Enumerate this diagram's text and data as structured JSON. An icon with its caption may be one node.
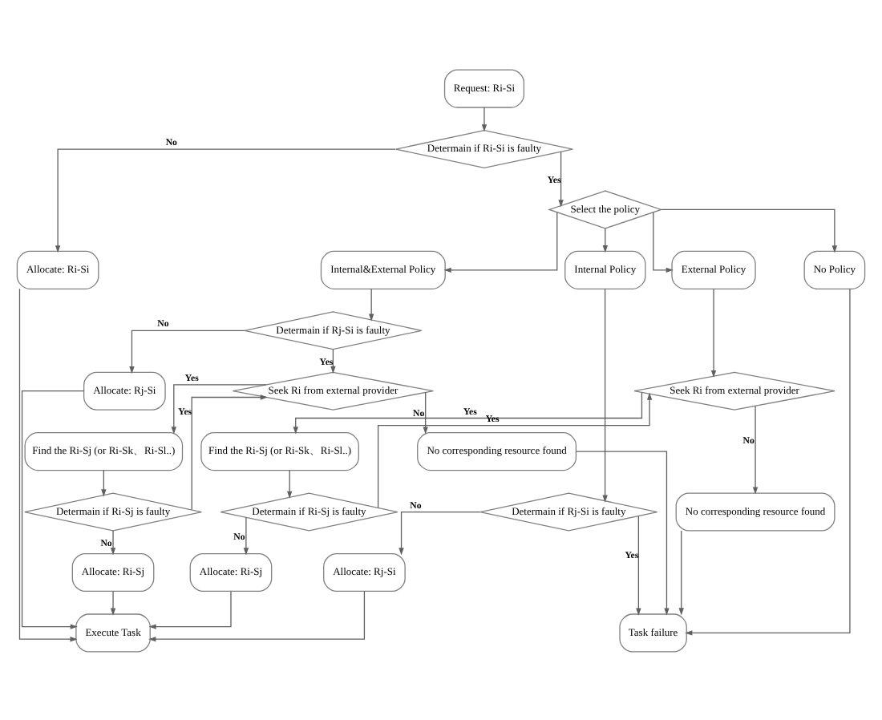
{
  "diagram": {
    "nodes": [
      {
        "text": [
          "Request: Ri-Si"
        ]
      },
      {
        "text": [
          "Determain if Ri-Si is faulty"
        ]
      },
      {
        "text": [
          "Select the policy"
        ]
      },
      {
        "text": [
          "No Policy"
        ]
      },
      {
        "text": [
          "Internal Policy"
        ]
      },
      {
        "text": [
          "External Policy"
        ]
      },
      {
        "text": [
          "Internal&External Policy"
        ]
      },
      {
        "text": [
          "Allocate: Ri-Si"
        ]
      },
      {
        "text": [
          "Determain if Rj-Si is faulty"
        ]
      },
      {
        "text": [
          "Seek Ri from external provider"
        ]
      },
      {
        "text": [
          "Allocate: Rj-Si"
        ]
      },
      {
        "text": [
          "No corresponding resource found"
        ]
      },
      {
        "text": [
          "Find the Ri-Sj (or Ri-Sk、Ri-Sl..)"
        ]
      },
      {
        "text": [
          "Determain if Ri-Sj is faulty"
        ]
      },
      {
        "text": [
          "Allocate: Ri-Sj"
        ]
      },
      {
        "text": [
          "Determain if Rj-Si is faulty"
        ]
      },
      {
        "text": [
          "Allocate: Rj-Si"
        ]
      },
      {
        "text": [
          "Seek Ri from external provider"
        ]
      },
      {
        "text": [
          "No corresponding resource found"
        ]
      },
      {
        "text": [
          "Find the Ri-Sj (or Ri-Sk、Ri-Sl..)"
        ]
      },
      {
        "text": [
          "Determain if Ri-Sj is faulty"
        ]
      },
      {
        "text": [
          "Allocate: Ri-Sj"
        ]
      },
      {
        "text": [
          "Task failure"
        ]
      },
      {
        "text": [
          "Execute Task"
        ]
      }
    ],
    "edges": [
      {
        "from": 0,
        "to": 1,
        "arrow": "to"
      },
      {
        "from": 1,
        "to": 2,
        "arrow": "to",
        "label": "Yes"
      },
      {
        "from": 1,
        "to": 7,
        "arrow": "to",
        "label": "No"
      },
      {
        "from": 2,
        "to": 3,
        "arrow": "to"
      },
      {
        "from": 2,
        "to": 4,
        "arrow": "to"
      },
      {
        "from": 2,
        "to": 5,
        "arrow": "to"
      },
      {
        "from": 2,
        "to": 6,
        "arrow": "to"
      },
      {
        "from": 4,
        "to": 8,
        "arrow": "to"
      },
      {
        "from": 8,
        "to": 10,
        "arrow": "to",
        "label": "No"
      },
      {
        "from": 8,
        "to": 22,
        "arrow": "to",
        "label": "Yes"
      },
      {
        "from": 5,
        "to": 9,
        "arrow": "to"
      },
      {
        "from": 9,
        "to": 11,
        "arrow": "to",
        "label": "No"
      },
      {
        "from": 9,
        "to": 12,
        "arrow": "to",
        "label": "Yes"
      },
      {
        "from": 12,
        "to": 13,
        "arrow": "to"
      },
      {
        "from": 13,
        "to": 14,
        "arrow": "to",
        "label": "No"
      },
      {
        "from": 13,
        "to": 9,
        "arrow": "to",
        "label": "Yes"
      },
      {
        "from": 6,
        "to": 15,
        "arrow": "to"
      },
      {
        "from": 15,
        "to": 16,
        "arrow": "to",
        "label": "No"
      },
      {
        "from": 15,
        "to": 17,
        "arrow": "to",
        "label": "Yes"
      },
      {
        "from": 17,
        "to": 18,
        "arrow": "to",
        "label": "No"
      },
      {
        "from": 17,
        "to": 19,
        "arrow": "to",
        "label": "Yes"
      },
      {
        "from": 19,
        "to": 20,
        "arrow": "to"
      },
      {
        "from": 20,
        "to": 21,
        "arrow": "to",
        "label": "No"
      },
      {
        "from": 20,
        "to": 17,
        "arrow": "to",
        "label": "Yes"
      },
      {
        "from": 3,
        "to": 22,
        "arrow": "to"
      },
      {
        "from": 11,
        "to": 22,
        "arrow": "to"
      },
      {
        "from": 18,
        "to": 22,
        "arrow": "to"
      },
      {
        "from": 10,
        "to": 23,
        "arrow": "to"
      },
      {
        "from": 14,
        "to": 23,
        "arrow": "to"
      },
      {
        "from": 16,
        "to": 23,
        "arrow": "to"
      },
      {
        "from": 21,
        "to": 23,
        "arrow": "to"
      },
      {
        "from": 7,
        "to": 23,
        "arrow": "to"
      }
    ]
  }
}
